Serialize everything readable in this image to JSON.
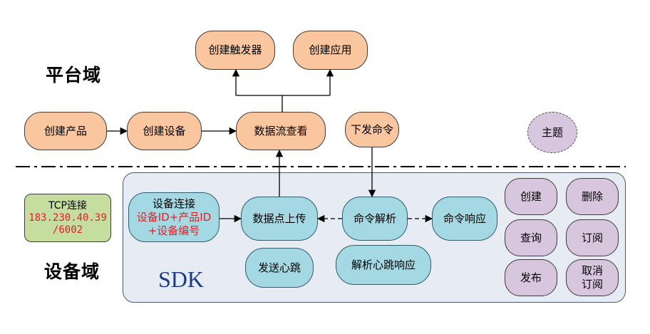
{
  "domains": {
    "platform": "平台域",
    "device": "设备域"
  },
  "sdk_label": "SDK",
  "platform_nodes": {
    "create_trigger": "创建触发器",
    "create_app": "创建应用",
    "create_product": "创建产品",
    "create_device": "创建设备",
    "view_datastream": "数据流查看",
    "send_command": "下发命令",
    "topic": "主题"
  },
  "tcp": {
    "label": "TCP连接",
    "ip": "183.230.40.39",
    "port": "/6002"
  },
  "device_connect": {
    "title": "设备连接",
    "line1": "设备ID+产品ID",
    "line2": "+设备编号"
  },
  "sdk_nodes": {
    "upload_datapoint": "数据点上传",
    "parse_command": "命令解析",
    "command_response": "命令响应",
    "send_heartbeat": "发送心跳",
    "parse_heartbeat_response": "解析心跳响应"
  },
  "topic_ops": {
    "create": "创建",
    "delete": "删除",
    "query": "查询",
    "subscribe": "订阅",
    "publish": "发布",
    "unsubscribe_line1": "取消",
    "unsubscribe_line2": "订阅"
  },
  "colors": {
    "platform_node": "#f9c69f",
    "sdk_node": "#a4d9e3",
    "topic_node": "#d8c6df",
    "tcp_node": "#c6dda0",
    "sdk_panel": "#e6ebf4",
    "highlight_text": "#e2202a",
    "sdk_text": "#1a3a8c"
  }
}
